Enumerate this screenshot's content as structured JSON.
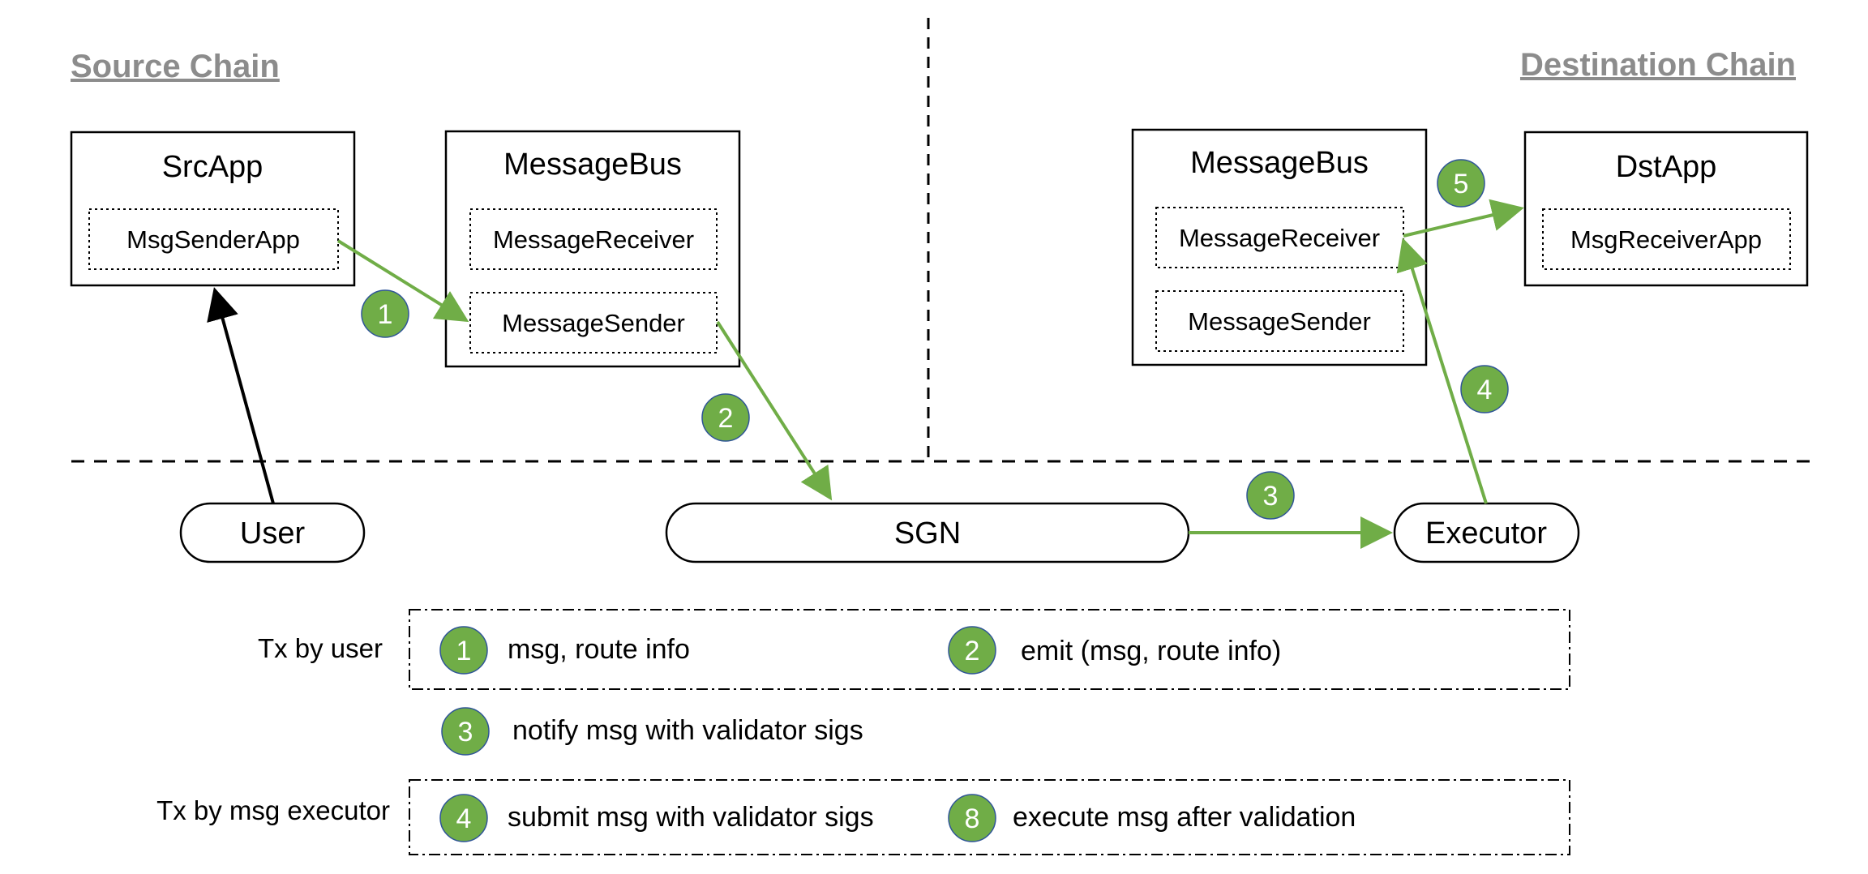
{
  "sections": {
    "source_title": "Source Chain",
    "destination_title": "Destination Chain"
  },
  "source": {
    "src_app": {
      "title": "SrcApp",
      "inner": "MsgSenderApp"
    },
    "message_bus": {
      "title": "MessageBus",
      "receiver": "MessageReceiver",
      "sender": "MessageSender"
    }
  },
  "destination": {
    "message_bus": {
      "title": "MessageBus",
      "receiver": "MessageReceiver",
      "sender": "MessageSender"
    },
    "dst_app": {
      "title": "DstApp",
      "inner": "MsgReceiverApp"
    }
  },
  "offchain": {
    "user": "User",
    "sgn": "SGN",
    "executor": "Executor"
  },
  "step_badges": [
    "1",
    "2",
    "3",
    "4",
    "5"
  ],
  "legend": {
    "tx_by_user_label": "Tx by user",
    "tx_by_executor_label": "Tx by msg executor",
    "items": [
      {
        "num": "1",
        "text": "msg, route info"
      },
      {
        "num": "2",
        "text": "emit (msg, route info)"
      },
      {
        "num": "3",
        "text": "notify msg with validator sigs"
      },
      {
        "num": "4",
        "text": "submit msg with validator sigs"
      },
      {
        "num": "8",
        "text": "execute msg after validation"
      }
    ]
  },
  "colors": {
    "accent_green": "#70ad47",
    "badge_border": "#2f5597",
    "title_gray": "#8c8c8c"
  }
}
